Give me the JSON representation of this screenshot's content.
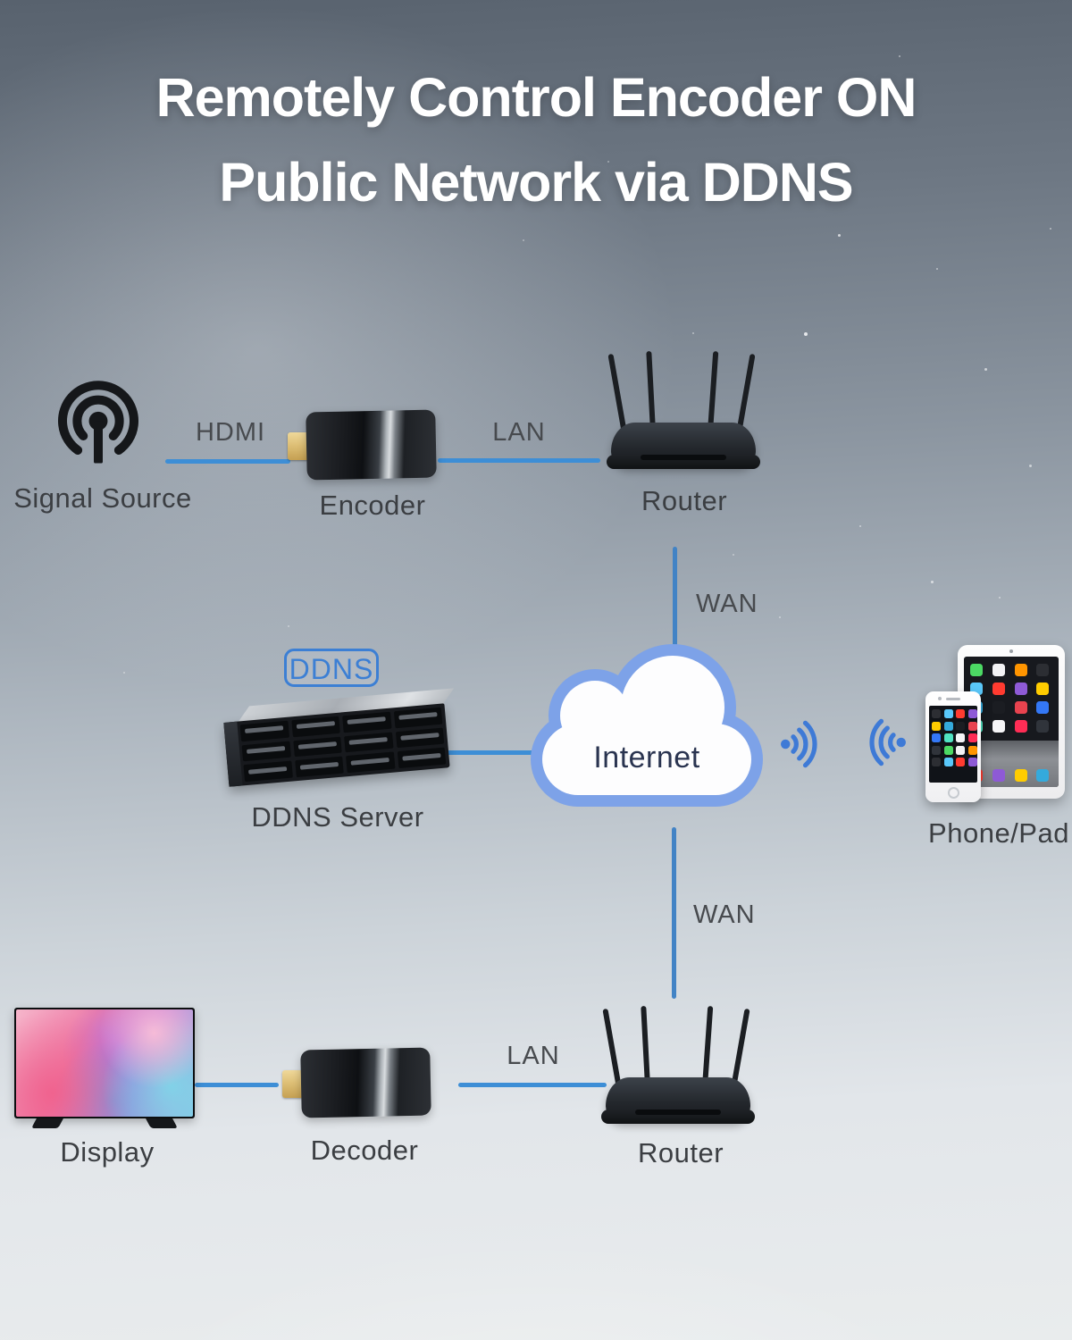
{
  "title": {
    "line1": "Remotely Control Encoder ON",
    "line2": "Public Network via DDNS"
  },
  "devices": {
    "signal_source": {
      "label": "Signal Source",
      "icon": "broadcast-icon"
    },
    "encoder": {
      "label": "Encoder"
    },
    "router_top": {
      "label": "Router"
    },
    "ddns_badge": {
      "label": "DDNS"
    },
    "ddns_server": {
      "label": "DDNS Server"
    },
    "internet_cloud": {
      "label": "Internet"
    },
    "phone_pad": {
      "label": "Phone/Pad"
    },
    "display": {
      "label": "Display"
    },
    "decoder": {
      "label": "Decoder"
    },
    "router_bottom": {
      "label": "Router"
    }
  },
  "links": {
    "hdmi": {
      "label": "HDMI"
    },
    "lan_top": {
      "label": "LAN"
    },
    "wan_top": {
      "label": "WAN"
    },
    "wan_bottom": {
      "label": "WAN"
    },
    "lan_bottom": {
      "label": "LAN"
    }
  },
  "colors": {
    "line_blue": "#3d8ed6",
    "wan_blue": "#4283c5",
    "cloud_border": "#7da2e8",
    "cloud_fill": "#fdfdfe",
    "internet_text": "#2a3450",
    "badge_blue": "#3c7fd4",
    "wifi_blue": "#3e7ad6",
    "title_text": "#ffffff",
    "label_text": "#3b3e42"
  }
}
